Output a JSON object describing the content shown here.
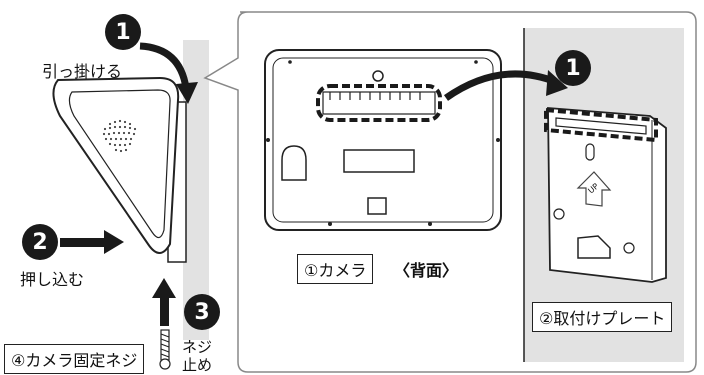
{
  "steps": {
    "step1_left": "1",
    "step1_right": "1",
    "step2": "2",
    "step3": "3"
  },
  "labels": {
    "hook": "引っ掛ける",
    "push_in": "押し込む",
    "screw": "ネジ\n止め",
    "screw_line1": "ネジ",
    "screw_line2": "止め",
    "camera": "①カメラ",
    "back": "〈背面〉",
    "plate": "②取付けプレート",
    "fix_screw": "④カメラ固定ネジ",
    "up": "UP"
  },
  "colors": {
    "badge": "#1a1a1a",
    "wall": "#e2e2e2",
    "line": "#222222",
    "callout_border": "#888888"
  }
}
